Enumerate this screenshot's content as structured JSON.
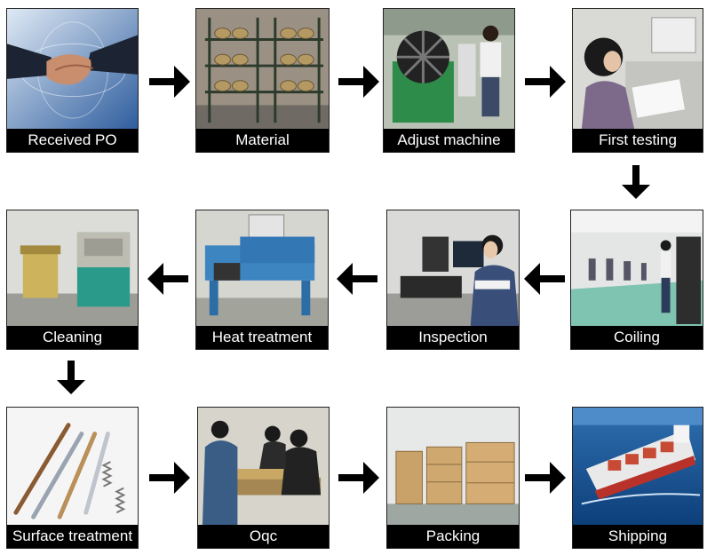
{
  "steps": [
    {
      "label": "Received PO"
    },
    {
      "label": "Material"
    },
    {
      "label": "Adjust machine"
    },
    {
      "label": "First testing"
    },
    {
      "label": "Coiling"
    },
    {
      "label": "Inspection"
    },
    {
      "label": "Heat treatment"
    },
    {
      "label": "Cleaning"
    },
    {
      "label": "Surface treatment"
    },
    {
      "label": "Oqc"
    },
    {
      "label": "Packing"
    },
    {
      "label": "Shipping"
    }
  ],
  "colors": {
    "arrow": "#000000",
    "label_bg": "#000000",
    "label_text": "#ffffff"
  }
}
